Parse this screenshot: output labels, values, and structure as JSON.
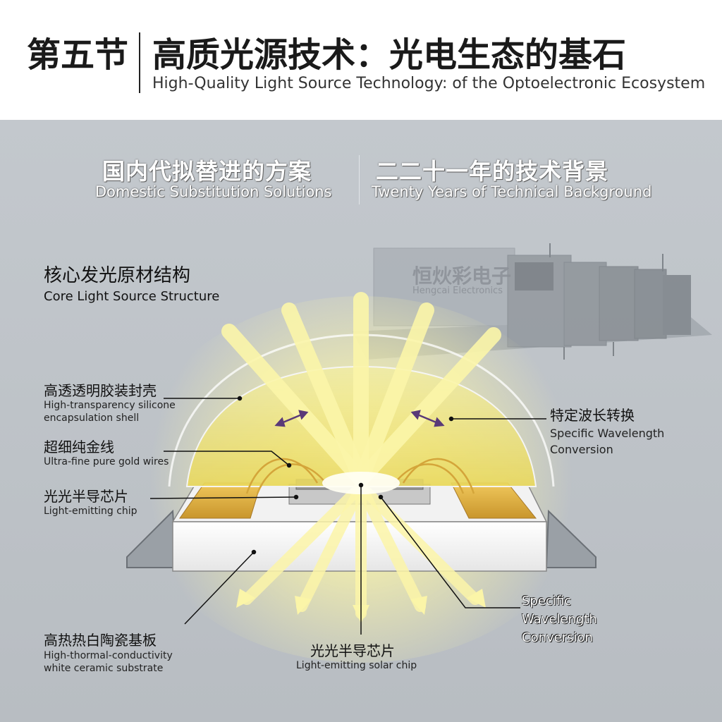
{
  "header": {
    "section_no": "第五节",
    "title": "高质光源技术：光电生态的基石",
    "subtitle": "High-Quality Light Source Technology: of the Optoelectronic Ecosystem"
  },
  "banner": {
    "left_cn": "国内代拟替进的方案",
    "left_en": "Domestic Substitution Solutions",
    "right_cn": "二二十一年的技术背景",
    "right_en": "Twenty Years of Technical Background"
  },
  "factory": {
    "name_cn": "恒炏彩电子",
    "name_en": "Hengcai Electronics"
  },
  "core": {
    "cn": "核心发光原材结构",
    "en": "Core Light Source Structure"
  },
  "labels": {
    "shell_cn": "高透透明胶装封壳",
    "shell_en_1": "High-transparency silicone",
    "shell_en_2": "encapsulation shell",
    "gold_cn": "超细纯金线",
    "gold_en": "Ultra-fine pure gold wires",
    "chip_cn": "光光半导芯片",
    "chip_en": "Light-emitting chip",
    "conv_cn": "特定波长转换",
    "conv_en_1": "Specific Wavelength",
    "conv_en_2": "Conversion",
    "conv2_en_1": "Specific",
    "conv2_en_2": "Wavelength",
    "conv2_en_3": "Conversion",
    "substrate_cn": "高热热白陶瓷基板",
    "substrate_en_1": "High-thormal-conductivity",
    "substrate_en_2": "white ceramic substrate",
    "chip2_cn": "光光半导芯片",
    "chip2_en": "Light-emitting solar chip"
  },
  "colors": {
    "glow": "#fbf5a8",
    "gold_pad": "#e2b548",
    "arrow_purple": "#5a3a78"
  }
}
